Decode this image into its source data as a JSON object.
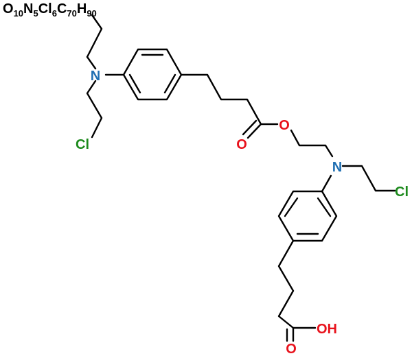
{
  "formula": {
    "parts": [
      {
        "sym": "O",
        "sub": "10"
      },
      {
        "sym": "N",
        "sub": "5"
      },
      {
        "sym": "Cl",
        "sub": "6"
      },
      {
        "sym": "C",
        "sub": "70"
      },
      {
        "sym": "H",
        "sub": "90"
      }
    ]
  },
  "atoms": {
    "n1": "N",
    "cl1": "Cl",
    "o_ester_carbonyl": "O",
    "o_ester_link": "O",
    "n2": "N",
    "cl2": "Cl",
    "o_acid_carbonyl": "O",
    "oh_acid": "OH"
  },
  "colors": {
    "bond": "#000000",
    "nitrogen": "#1f6fb2",
    "oxygen": "#e8111b",
    "chlorine": "#1c8a1c"
  }
}
